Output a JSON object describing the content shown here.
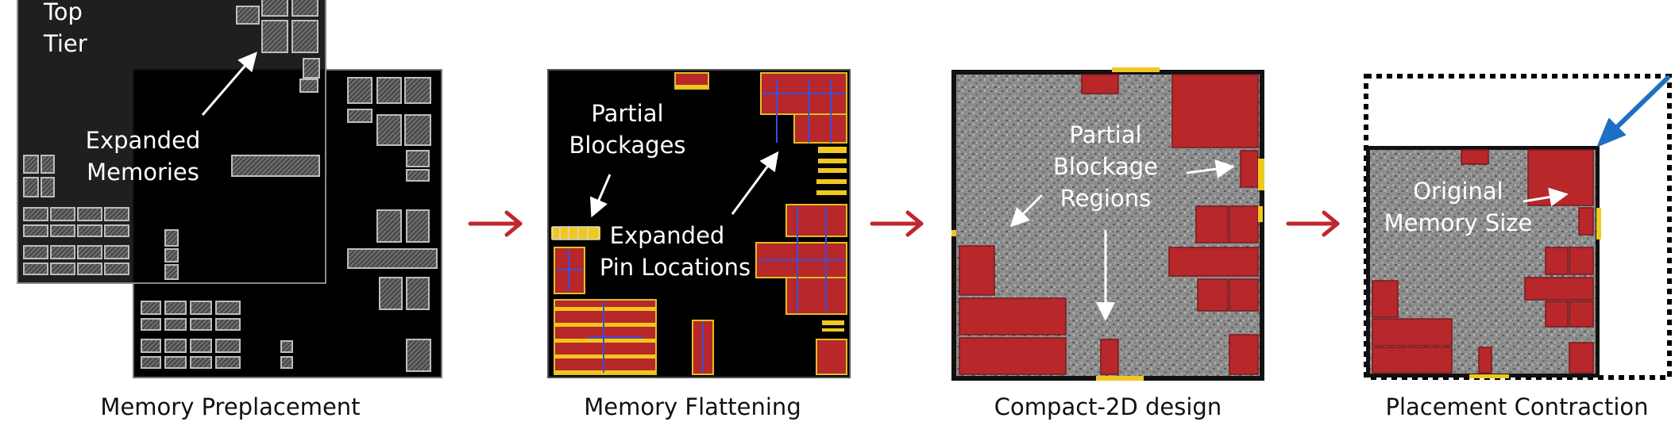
{
  "panel1": {
    "tier_label": [
      "Top",
      "Tier"
    ],
    "annotation": [
      "Expanded",
      "Memories"
    ],
    "caption": "Memory Preplacement"
  },
  "panel2": {
    "annotation_blockages": [
      "Partial",
      "Blockages"
    ],
    "annotation_pins": [
      "Expanded",
      "Pin Locations"
    ],
    "caption": "Memory Flattening"
  },
  "panel3": {
    "annotation": [
      "Partial",
      "Blockage",
      "Regions"
    ],
    "caption": "Compact-2D design"
  },
  "panel4": {
    "annotation": [
      "Original",
      "Memory Size"
    ],
    "caption": "Placement Contraction"
  },
  "colors": {
    "arrow_red": "#c0272d",
    "arrow_blue": "#1f6fc2",
    "macro_red": "#b8272a",
    "pin_yellow": "#f0c81e",
    "pin_blue": "#3a4fd8",
    "die_black": "#000000",
    "cell_gray": "#8a8a8a"
  }
}
